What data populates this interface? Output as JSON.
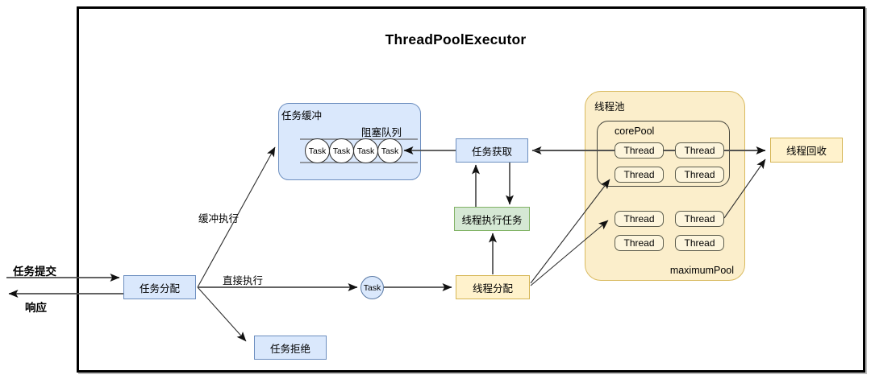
{
  "diagram": {
    "title": "ThreadPoolExecutor",
    "external": {
      "submit": "任务提交",
      "response": "响应"
    },
    "edge_labels": {
      "buffered": "缓冲执行",
      "direct": "直接执行"
    },
    "task_dispatch": "任务分配",
    "task_reject": "任务拒绝",
    "flow_task": "Task",
    "buffer": {
      "label": "任务缓冲",
      "queue_label": "阻塞队列",
      "tasks": [
        "Task",
        "Task",
        "Task",
        "Task"
      ]
    },
    "task_fetch": "任务获取",
    "thread_exec": "线程执行任务",
    "thread_dispatch": "线程分配",
    "pool": {
      "label": "线程池",
      "core_label": "corePool",
      "max_label": "maximumPool",
      "core_threads": [
        "Thread",
        "Thread",
        "Thread",
        "Thread"
      ],
      "max_threads": [
        "Thread",
        "Thread",
        "Thread",
        "Thread"
      ]
    },
    "thread_recycle": "线程回收"
  },
  "colors": {
    "blue_fill": "#dae8fc",
    "blue_border": "#6c8ebf",
    "green_fill": "#d5e8d4",
    "green_border": "#82b366",
    "yellow_fill": "#fff2cc",
    "yellow_border": "#d6b656",
    "pool_fill": "#fbeecb",
    "arrow": "#4d4d4d"
  }
}
